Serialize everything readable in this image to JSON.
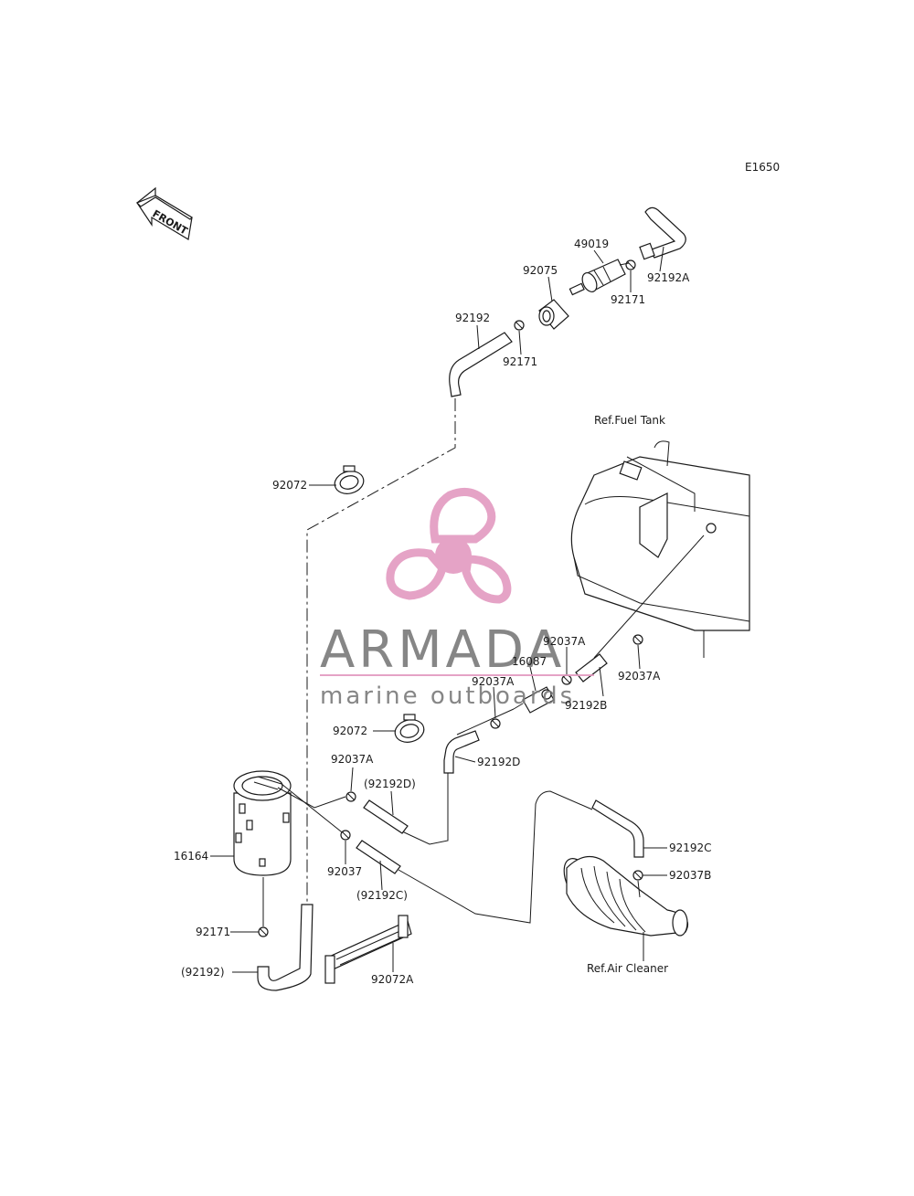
{
  "diagram_code": "E1650",
  "front_label": "FRONT",
  "refs": {
    "fuel_tank": "Ref.Fuel Tank",
    "air_cleaner": "Ref.Air Cleaner"
  },
  "watermark": {
    "brand": "ARMADA",
    "tagline": "marine outboards",
    "color": "#e39ac0"
  },
  "parts": {
    "p49019": "49019",
    "p92192A": "92192A",
    "p92075": "92075",
    "p92171_top": "92171",
    "p92192": "92192",
    "p92171_mid": "92171",
    "p92072_top": "92072",
    "p92037A_a": "92037A",
    "p16087": "16087",
    "p92037A_b": "92037A",
    "p92037A_c": "92037A",
    "p92192B": "92192B",
    "p92072_mid": "92072",
    "p92037A_d": "92037A",
    "p92192D_paren": "(92192D)",
    "p92192D": "92192D",
    "p16164": "16164",
    "p92037": "92037",
    "p92192C_paren": "(92192C)",
    "p92192C": "92192C",
    "p92037B": "92037B",
    "p92171_bot": "92171",
    "p92192_paren": "(92192)",
    "p92072A": "92072A"
  }
}
